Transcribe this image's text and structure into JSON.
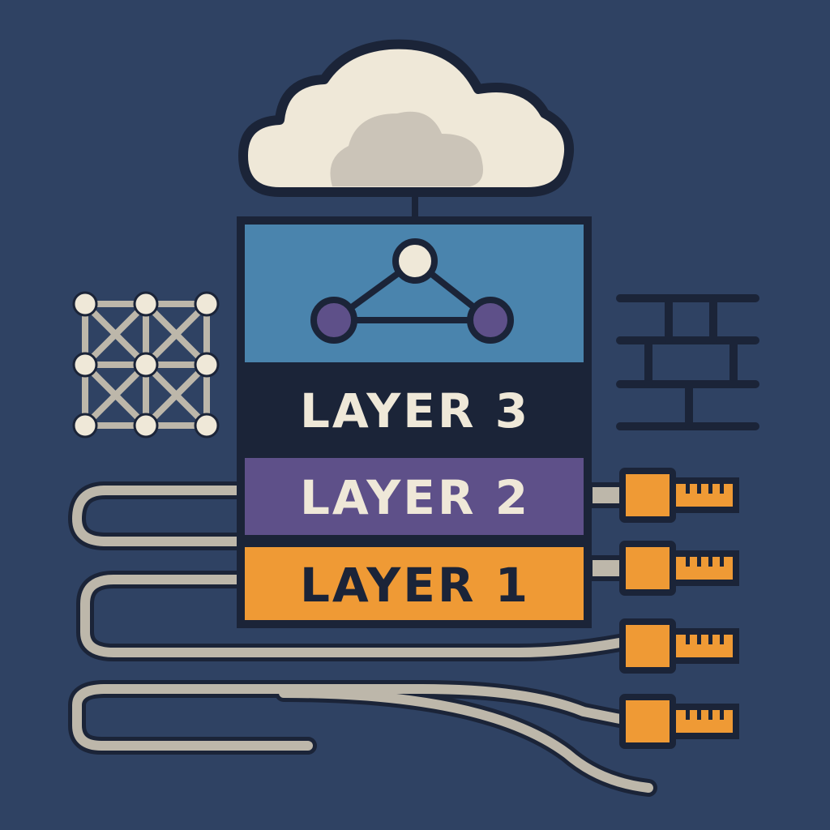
{
  "colors": {
    "background": "#2f4263",
    "outline": "#1b2438",
    "cloud": "#efe8d8",
    "cloud_shadow": "#cbc4b8",
    "layer3": "#4a84ad",
    "layer3_text_bg": "#1b2438",
    "layer2": "#5e5089",
    "layer1": "#ef9a35",
    "node_light": "#efe8d8",
    "node_purple": "#5e5089",
    "cable": "#bdb7aa",
    "connector": "#ef9a35",
    "mesh": "#bdb7aa"
  },
  "icons": [
    "cloud-icon",
    "network-topology-icon",
    "mesh-grid-icon",
    "firewall-brick-icon",
    "ethernet-connector-icon"
  ],
  "layers": [
    {
      "label": "LAYER 3",
      "color": "#1b2438",
      "text_color": "#efe8d8"
    },
    {
      "label": "LAYER 2",
      "color": "#5e5089",
      "text_color": "#efe8d8"
    },
    {
      "label": "LAYER 1",
      "color": "#ef9a35",
      "text_color": "#1b2438"
    }
  ]
}
